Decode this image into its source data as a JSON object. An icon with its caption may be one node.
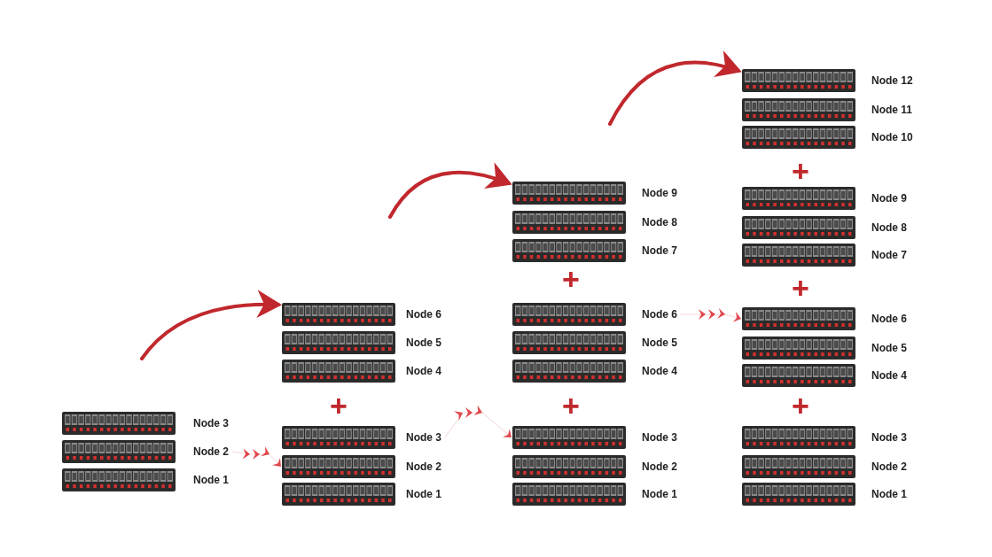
{
  "diagram": {
    "nodes": [
      {
        "text": [
          "Node 3"
        ]
      },
      {
        "text": [
          "Node 2"
        ]
      },
      {
        "text": [
          "Node 1"
        ]
      },
      {
        "text": [
          "Node 6"
        ]
      },
      {
        "text": [
          "Node 5"
        ]
      },
      {
        "text": [
          "Node 4"
        ]
      },
      {
        "text": [
          "Node 3"
        ]
      },
      {
        "text": [
          "Node 2"
        ]
      },
      {
        "text": [
          "Node 1"
        ]
      },
      {
        "text": [
          "Node 9"
        ]
      },
      {
        "text": [
          "Node 8"
        ]
      },
      {
        "text": [
          "Node 7"
        ]
      },
      {
        "text": [
          "Node 6"
        ]
      },
      {
        "text": [
          "Node 5"
        ]
      },
      {
        "text": [
          "Node 4"
        ]
      },
      {
        "text": [
          "Node 3"
        ]
      },
      {
        "text": [
          "Node 2"
        ]
      },
      {
        "text": [
          "Node 1"
        ]
      },
      {
        "text": [
          "Node 12"
        ]
      },
      {
        "text": [
          "Node 11"
        ]
      },
      {
        "text": [
          "Node 10"
        ]
      },
      {
        "text": [
          "Node 9"
        ]
      },
      {
        "text": [
          "Node 8"
        ]
      },
      {
        "text": [
          "Node 7"
        ]
      },
      {
        "text": [
          "Node 6"
        ]
      },
      {
        "text": [
          "Node 5"
        ]
      },
      {
        "text": [
          "Node 4"
        ]
      },
      {
        "text": [
          "Node 3"
        ]
      },
      {
        "text": [
          "Node 2"
        ]
      },
      {
        "text": [
          "Node 1"
        ]
      }
    ],
    "edges": [
      {
        "from": 1,
        "to": 7,
        "arrow": "to"
      },
      {
        "from": 6,
        "to": 15,
        "arrow": "to"
      },
      {
        "from": 12,
        "to": 24,
        "arrow": "to"
      },
      {
        "from": null,
        "to": 3,
        "arrow": "to",
        "style": "thick",
        "color": "#c0282d"
      },
      {
        "from": null,
        "to": 9,
        "arrow": "to",
        "style": "thick",
        "color": "#c0282d"
      },
      {
        "from": null,
        "to": 18,
        "arrow": "to",
        "style": "thick",
        "color": "#c0282d"
      }
    ],
    "labels": [
      "+",
      "+",
      "+",
      "+",
      "+",
      "+"
    ]
  }
}
